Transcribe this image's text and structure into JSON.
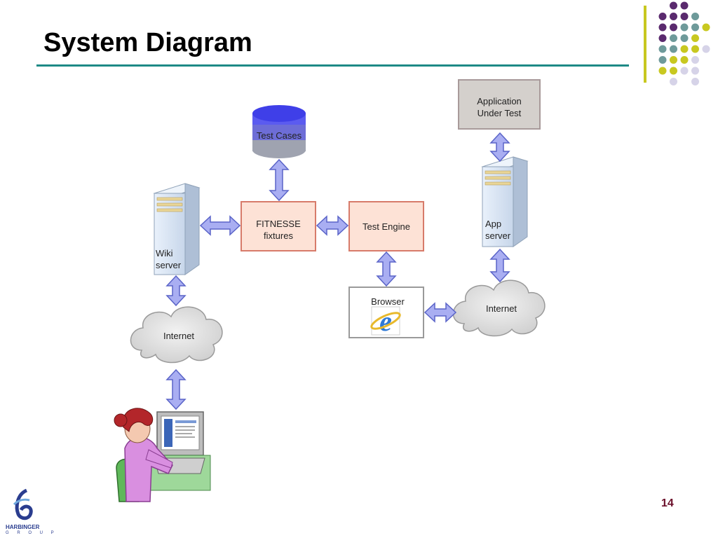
{
  "title": "System Diagram",
  "page_number": "14",
  "logo": {
    "name": "HARBINGER",
    "sub": "G R O U P"
  },
  "nodes": {
    "test_cases": "Test Cases",
    "fitnesse": [
      "FITNESSE",
      "fixtures"
    ],
    "test_engine": "Test Engine",
    "wiki_server": [
      "Wiki",
      "server"
    ],
    "internet_left": "Internet",
    "browser": "Browser",
    "app_under_test": [
      "Application",
      "Under Test"
    ],
    "app_server": [
      "App",
      "server"
    ],
    "internet_right": "Internet"
  },
  "colors": {
    "accent_teal": "#1e8a86",
    "arrow_fill": "#a9aef2",
    "arrow_stroke": "#5a64c8",
    "process_box": "#fde2d6",
    "process_border": "#d77b6a"
  }
}
